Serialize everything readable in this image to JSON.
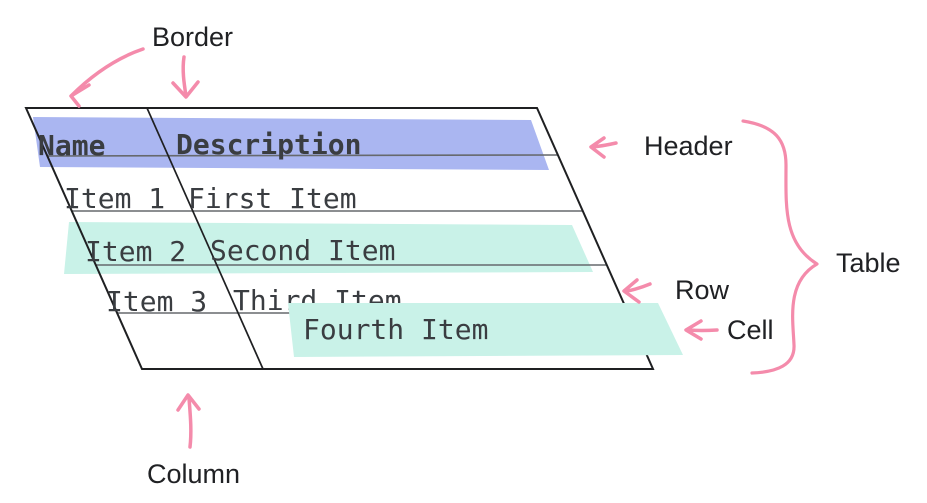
{
  "diagram": {
    "table": {
      "headers": [
        "Name",
        "Description"
      ],
      "rows": [
        {
          "name": "Item 1",
          "description": "First Item"
        },
        {
          "name": "Item 2",
          "description": "Second Item"
        },
        {
          "name": "Item 3",
          "description": "Third Item"
        },
        {
          "name": "",
          "description": "Fourth Item"
        }
      ]
    },
    "annotations": {
      "border": "Border",
      "header": "Header",
      "table": "Table",
      "row": "Row",
      "cell": "Cell",
      "column": "Column"
    },
    "colors": {
      "header_highlight": "#aab6f1",
      "row_highlight": "#c9f2e8",
      "cell_highlight": "#c9f2e8",
      "arrow": "#f48bab",
      "table_text": "#3a3d41",
      "label_text": "#202124",
      "border_line": "#1f2022",
      "grid_line": "#66696d"
    }
  }
}
